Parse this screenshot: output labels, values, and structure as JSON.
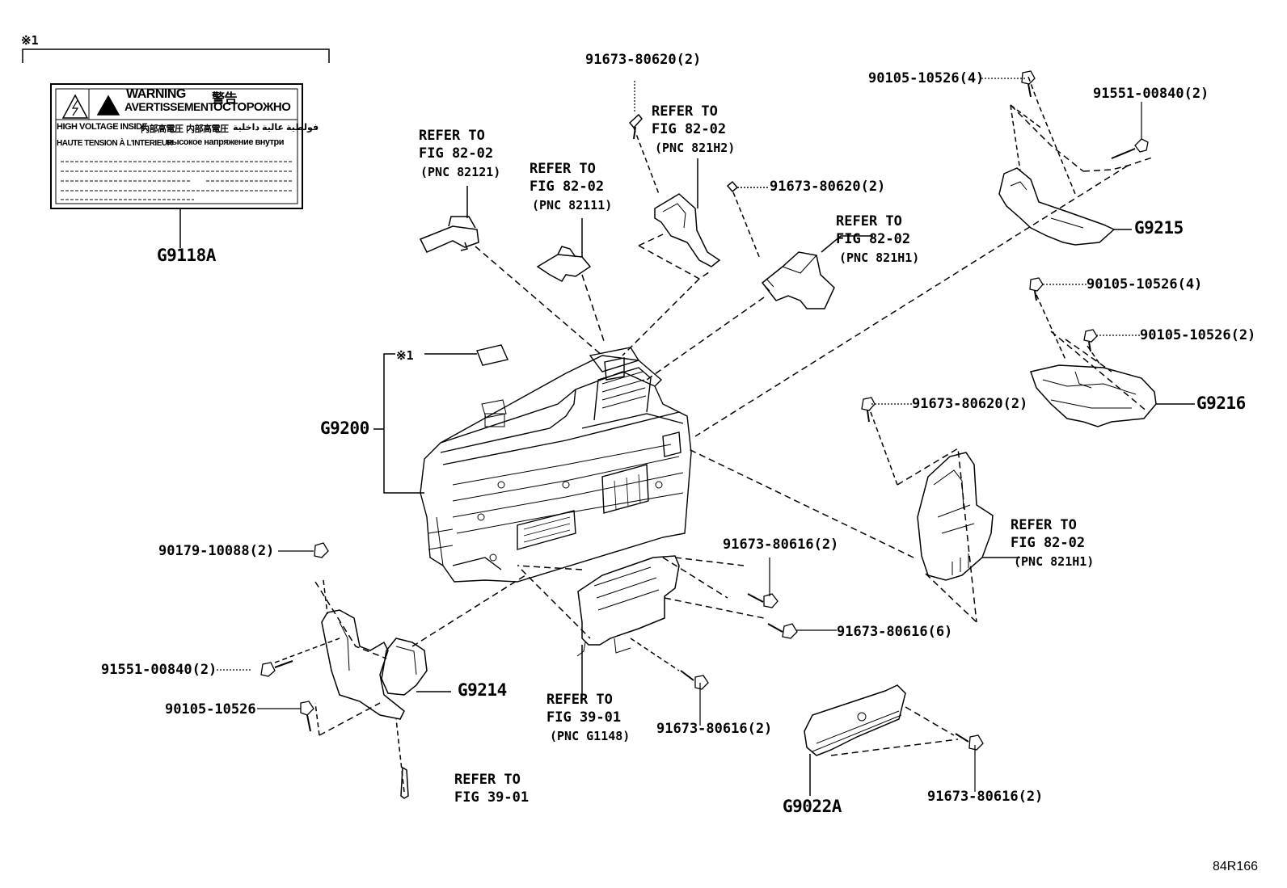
{
  "diagram": {
    "code": "84R166",
    "note_mark": "※1",
    "warning_label": {
      "line1a": "WARNING",
      "line1b": "警告",
      "line2a": "AVERTISSEMENT",
      "line2b": "ОСТОРОЖНО",
      "line3a": "HIGH VOLTAGE INSIDE",
      "line3b": "内部高電圧",
      "line3c": "内部高電圧",
      "line3d": "فولطية عالية داخلية",
      "line4a": "HAUTE TENSION À L'INTERIEUR",
      "line4b": "высокое напряжение внутри"
    },
    "parts": {
      "G9118A": "G9118A",
      "G9200": "G9200",
      "G9215": "G9215",
      "G9216": "G9216",
      "G9214": "G9214",
      "G9022A": "G9022A"
    },
    "fasteners": {
      "f1": "91673-80620(2)",
      "f2": "90105-10526(4)",
      "f3": "91551-00840(2)",
      "f4": "91673-80620(2)",
      "f5": "90105-10526(4)",
      "f6": "90105-10526(2)",
      "f7": "91673-80620(2)",
      "f8": "91673-80616(2)",
      "f9": "91673-80616(6)",
      "f10": "90179-10088(2)",
      "f11": "91551-00840(2)",
      "f12": "90105-10526",
      "f13": "91673-80616(2)",
      "f14": "91673-80616(2)"
    },
    "refs": {
      "r1": {
        "l1": "REFER TO",
        "l2": "FIG 82-02",
        "l3": "(PNC 82121)"
      },
      "r2": {
        "l1": "REFER TO",
        "l2": "FIG 82-02",
        "l3": "(PNC 82111)"
      },
      "r3": {
        "l1": "REFER TO",
        "l2": "FIG 82-02",
        "l3": "(PNC 821H2)"
      },
      "r4": {
        "l1": "REFER TO",
        "l2": "FIG 82-02",
        "l3": "(PNC 821H1)"
      },
      "r5": {
        "l1": "REFER TO",
        "l2": "FIG 82-02",
        "l3": "(PNC 821H1)"
      },
      "r6": {
        "l1": "REFER TO",
        "l2": "FIG 39-01",
        "l3": "(PNC G1148)"
      },
      "r7": {
        "l1": "REFER TO",
        "l2": "FIG 39-01"
      }
    }
  }
}
